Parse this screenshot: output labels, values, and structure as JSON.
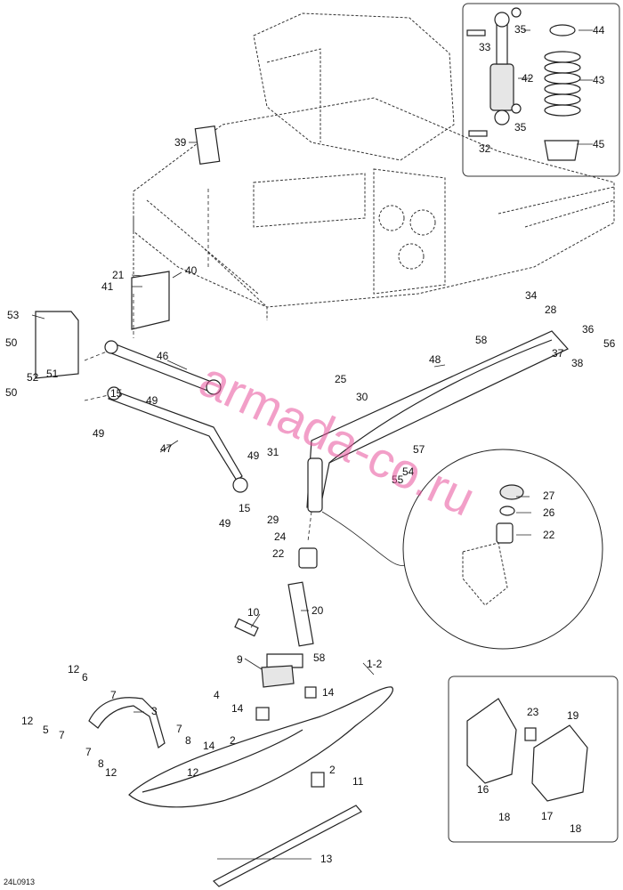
{
  "diagram": {
    "watermark": "armada-co.ru",
    "reference_code": "24L0913",
    "callouts": {
      "c1_2": "1-2",
      "c2a": "2",
      "c2b": "2",
      "c3": "3",
      "c4": "4",
      "c5": "5",
      "c6": "6",
      "c7a": "7",
      "c7b": "7",
      "c7c": "7",
      "c7d": "7",
      "c8a": "8",
      "c8b": "8",
      "c9": "9",
      "c10": "10",
      "c11": "11",
      "c12a": "12",
      "c12b": "12",
      "c12c": "12",
      "c12d": "12",
      "c13": "13",
      "c14a": "14",
      "c14b": "14",
      "c14c": "14",
      "c15a": "15",
      "c15b": "15",
      "c16": "16",
      "c17": "17",
      "c18a": "18",
      "c18b": "18",
      "c19": "19",
      "c20": "20",
      "c21": "21",
      "c22a": "22",
      "c22b": "22",
      "c23": "23",
      "c24": "24",
      "c25": "25",
      "c26": "26",
      "c27": "27",
      "c28": "28",
      "c29": "29",
      "c30": "30",
      "c31": "31",
      "c32": "32",
      "c33": "33",
      "c34": "34",
      "c35a": "35",
      "c35b": "35",
      "c36": "36",
      "c37": "37",
      "c38": "38",
      "c39": "39",
      "c40": "40",
      "c41": "41",
      "c42": "42",
      "c43": "43",
      "c44": "44",
      "c45": "45",
      "c46": "46",
      "c47": "47",
      "c48": "48",
      "c49a": "49",
      "c49b": "49",
      "c49c": "49",
      "c49d": "49",
      "c50a": "50",
      "c50b": "50",
      "c51": "51",
      "c52": "52",
      "c53": "53",
      "c54": "54",
      "c55": "55",
      "c56": "56",
      "c57": "57",
      "c58a": "58",
      "c58b": "58"
    }
  }
}
